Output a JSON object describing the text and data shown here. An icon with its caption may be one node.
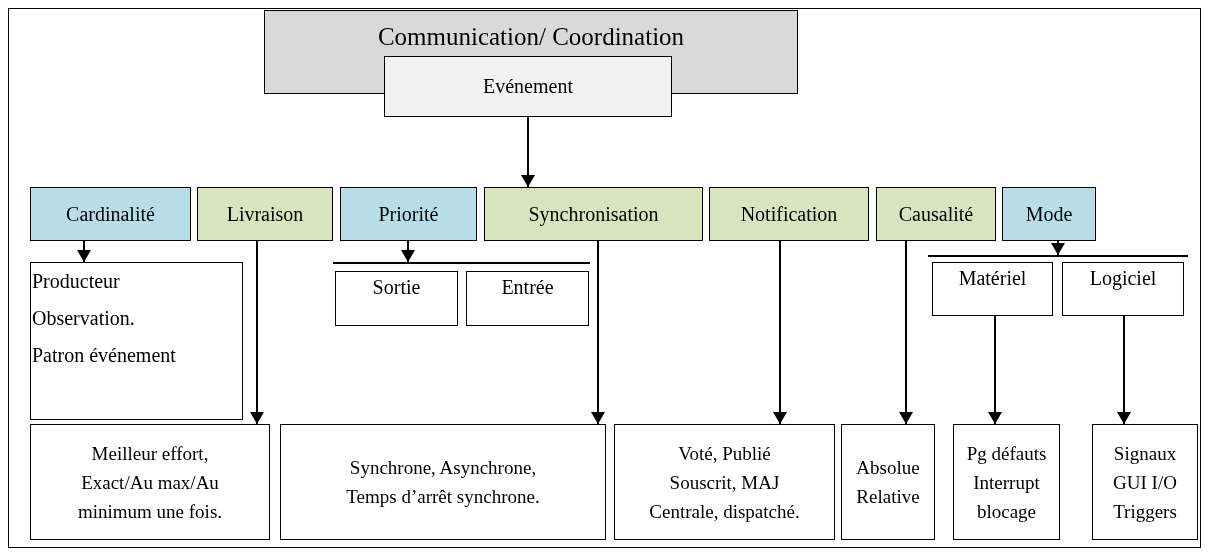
{
  "diagram": {
    "nodes": [
      {
        "text": [
          "Communication/ Coordination"
        ]
      },
      {
        "text": [
          "Evénement"
        ]
      },
      {
        "text": [
          "Cardinalité"
        ]
      },
      {
        "text": [
          "Livraison"
        ]
      },
      {
        "text": [
          "Priorité"
        ]
      },
      {
        "text": [
          "Synchronisation"
        ]
      },
      {
        "text": [
          "Notification"
        ]
      },
      {
        "text": [
          "Causalité"
        ]
      },
      {
        "text": [
          "Mode"
        ]
      },
      {
        "text": [
          "Producteur",
          "Observation.",
          "Patron événement"
        ]
      },
      {
        "text": [],
        "shape": "bar"
      },
      {
        "text": [
          "Sortie"
        ]
      },
      {
        "text": [
          "Entrée"
        ]
      },
      {
        "text": [],
        "shape": "bar"
      },
      {
        "text": [
          "Matériel"
        ]
      },
      {
        "text": [
          "Logiciel"
        ]
      },
      {
        "text": [
          "Meilleur effort,",
          "Exact/Au max/Au",
          "minimum  une fois."
        ]
      },
      {
        "text": [
          "Synchrone, Asynchrone,",
          "Temps d’arrêt synchrone."
        ]
      },
      {
        "text": [
          "Voté, Publié",
          "Souscrit, MAJ",
          "Centrale, dispatché."
        ]
      },
      {
        "text": [
          "Absolue",
          "Relative"
        ]
      },
      {
        "text": [
          "Pg défauts",
          "Interrupt",
          "blocage"
        ]
      },
      {
        "text": [
          "Signaux",
          "GUI I/O",
          "Triggers"
        ]
      }
    ],
    "edges": [
      {
        "from": 1,
        "to": 5,
        "arrow": "to"
      },
      {
        "from": 2,
        "to": 9,
        "arrow": "to"
      },
      {
        "from": 3,
        "to": 16,
        "arrow": "to"
      },
      {
        "from": 4,
        "to": 10,
        "arrow": "to"
      },
      {
        "from": 5,
        "to": 17,
        "arrow": "to"
      },
      {
        "from": 6,
        "to": 18,
        "arrow": "to"
      },
      {
        "from": 7,
        "to": 19,
        "arrow": "to"
      },
      {
        "from": 8,
        "to": 13,
        "arrow": "to"
      },
      {
        "from": 14,
        "to": 20,
        "arrow": "to"
      },
      {
        "from": 15,
        "to": 21,
        "arrow": "to"
      }
    ]
  }
}
